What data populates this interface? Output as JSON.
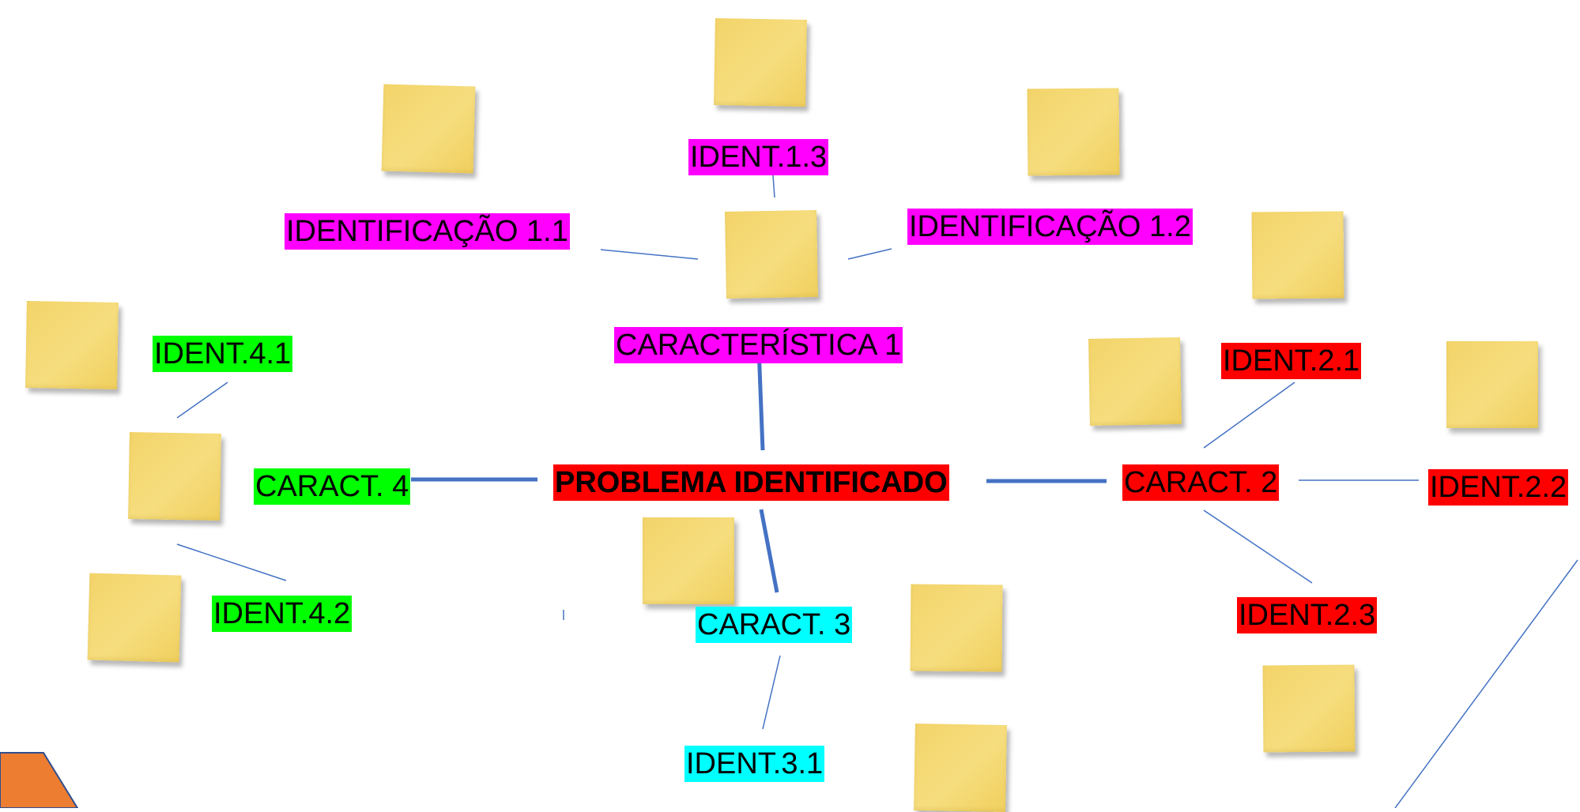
{
  "center": {
    "label": "PROBLEMA IDENTIFICADO",
    "color": "#ff0000"
  },
  "branches": [
    {
      "label": "CARACTERÍSTICA 1",
      "color": "#ff00ff",
      "items": [
        "IDENTIFICAÇÃO 1.1",
        "IDENTIFICAÇÃO 1.2",
        "IDENT.1.3"
      ]
    },
    {
      "label": "CARACT. 2",
      "color": "#ff0000",
      "items": [
        "IDENT.2.1",
        "IDENT.2.2",
        "IDENT.2.3"
      ]
    },
    {
      "label": "CARACT. 3",
      "color": "#00ffff",
      "items": [
        "IDENT.3.1"
      ]
    },
    {
      "label": "CARACT. 4",
      "color": "#00ff00",
      "items": [
        "IDENT.4.1",
        "IDENT.4.2"
      ]
    }
  ],
  "colors": {
    "connector": "#4472c4",
    "sticky_note": "#f5d873",
    "corner_shape": "#ed7d31"
  }
}
